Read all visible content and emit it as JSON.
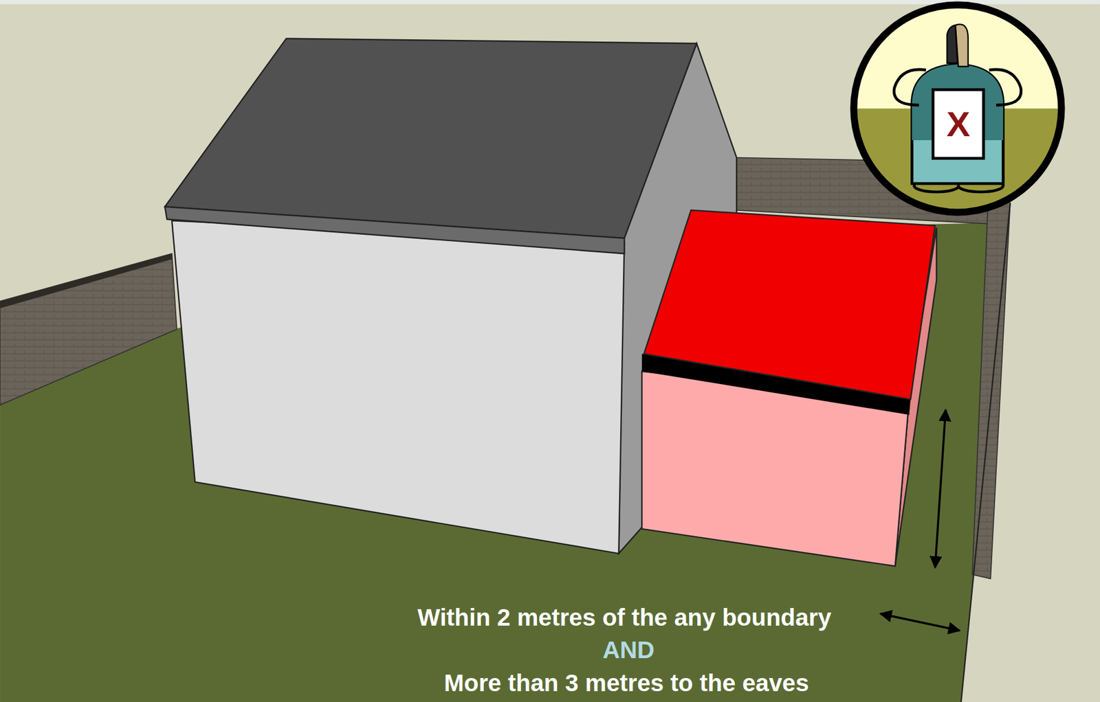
{
  "diagram": {
    "labels": [
      "X",
      "Within 2 metres of the any boundary",
      "AND",
      "More than 3 metres to the eaves"
    ]
  }
}
